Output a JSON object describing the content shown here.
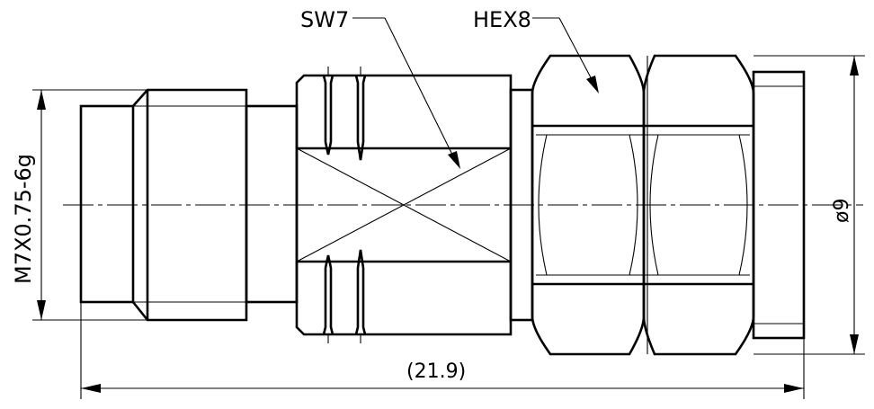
{
  "labels": {
    "wrench": "SW7",
    "hex": "HEX8",
    "thread": "M7X0.75-6g",
    "diameter": "ø9",
    "length": "(21.9)"
  },
  "colors": {
    "line": "#000000",
    "background": "#ffffff"
  }
}
